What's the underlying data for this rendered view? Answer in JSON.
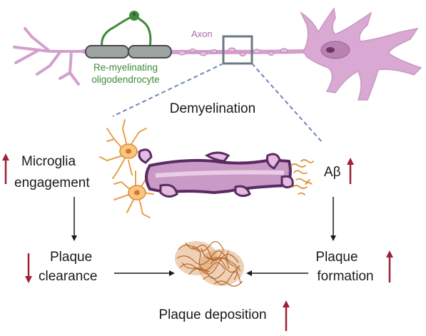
{
  "labels": {
    "axon": "Axon",
    "remyelinating_line1": "Re-myelinating",
    "remyelinating_line2": "oligodendrocyte",
    "demyelination": "Demyelination",
    "microglia_line1": "Microglia",
    "microglia_line2": "engagement",
    "abeta": "Aβ",
    "plaque_clearance_line1": "Plaque",
    "plaque_clearance_line2": "clearance",
    "plaque_formation_line1": "Plaque",
    "plaque_formation_line2": "formation",
    "plaque_deposition": "Plaque deposition"
  },
  "colors": {
    "neuron": "#d9a8d3",
    "neuron_dark": "#b982b3",
    "myelin": "#5b5b5b",
    "myelin_fill": "#9ea3a3",
    "oligodendrocyte": "#3f8a3a",
    "microglia": "#f0b56a",
    "microglia_dark": "#e08a28",
    "demyelinated_axon": "#c99ac5",
    "demyelinated_border": "#5a2a63",
    "plaque": "#b5662a",
    "arrow_up_down": "#9b2335",
    "zoom_box": "#6a7a82",
    "dashed_line": "#6d86b8"
  },
  "indicators": {
    "microglia_engagement": "up",
    "abeta": "up",
    "plaque_clearance": "down",
    "plaque_formation": "up",
    "plaque_deposition": "up"
  }
}
